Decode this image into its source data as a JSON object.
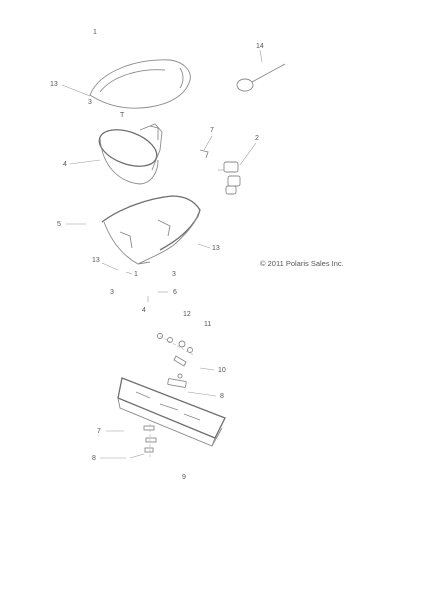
{
  "copyright": "© 2011 Polaris Sales Inc.",
  "callouts": {
    "top_1": "1",
    "lens_13": "13",
    "lens_3": "3",
    "bulb_14": "14",
    "reflector_4": "4",
    "bracket_7": "7",
    "socket_2": "2",
    "housing_5": "5",
    "housing_13": "13",
    "left_13": "13",
    "left_1": "1",
    "mid_3": "3",
    "lower_3": "3",
    "lower_4": "4",
    "lower_6": "6",
    "center_12": "12",
    "center_11": "11",
    "center_10": "10",
    "center_8": "8",
    "bottom_7": "7",
    "bottom_8": "8",
    "bottom_9": "9"
  }
}
